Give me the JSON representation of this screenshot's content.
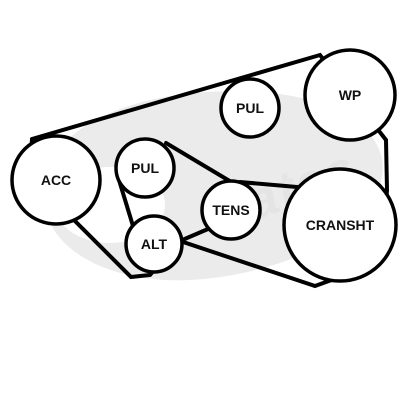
{
  "diagram": {
    "pulleys": {
      "acc": "ACC",
      "pul_left": "PUL",
      "alt": "ALT",
      "pul_top": "PUL",
      "tens": "TENS",
      "wp": "WP",
      "cransht": "CRANSHT"
    },
    "watermark": {
      "logo_text": "Gates"
    },
    "colors": {
      "belt": "#000000",
      "pulley_fill": "#ffffff",
      "watermark": "#ebebeb"
    }
  }
}
